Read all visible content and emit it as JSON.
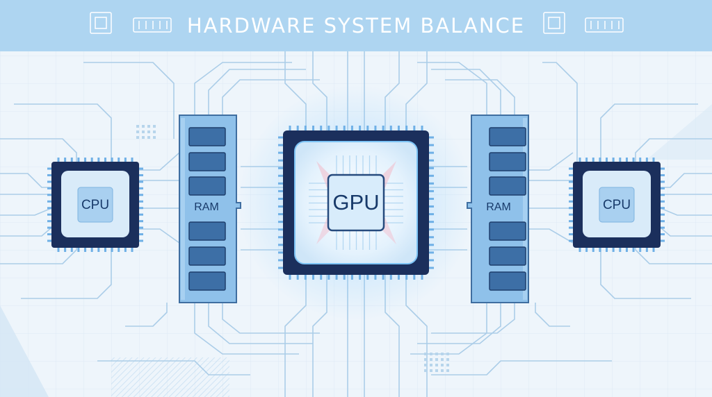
{
  "header": {
    "title": "HARDWARE SYSTEM BALANCE"
  },
  "components": {
    "cpu_left": "CPU",
    "ram_left": "RAM",
    "gpu": "GPU",
    "ram_right": "RAM",
    "cpu_right": "CPU"
  },
  "colors": {
    "background": "#eef5fb",
    "banner": "#aed5f1",
    "chip_frame": "#1b2f5c",
    "chip_inner": "#d9ebf9",
    "ram_board": "#8fc1ea",
    "ram_module": "#3d6fa6",
    "trace": "#aacde8",
    "gpu_glow": "#5fb2f0"
  }
}
